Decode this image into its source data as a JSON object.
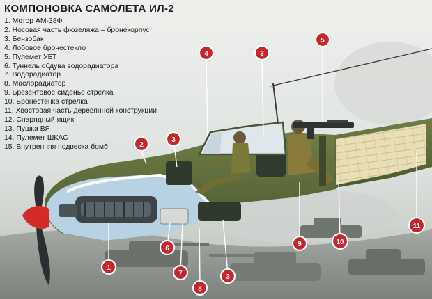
{
  "title": "КОМПОНОВКА САМОЛЕТА ИЛ-2",
  "legend": [
    {
      "num": "1.",
      "label": "Мотор АМ-38Ф"
    },
    {
      "num": "2.",
      "label": "Носовая часть фюзеляжа – бронекорпус"
    },
    {
      "num": "3.",
      "label": "Бензобак"
    },
    {
      "num": "4.",
      "label": "Лобовое бронестекло"
    },
    {
      "num": "5.",
      "label": "Пулемет УБТ"
    },
    {
      "num": "6.",
      "label": "Туннель обдува водорадиатора"
    },
    {
      "num": "7.",
      "label": "Водорадиатор"
    },
    {
      "num": "8.",
      "label": "Маслорадиатор"
    },
    {
      "num": "9.",
      "label": "Брезентовое сиденье стрелка"
    },
    {
      "num": "10.",
      "label": "Бронестенка стрелка"
    },
    {
      "num": "11.",
      "label": "Хвостовая часть деревянной конструкции"
    },
    {
      "num": "12.",
      "label": "Снарядный ящик"
    },
    {
      "num": "13.",
      "label": "Пушка ВЯ"
    },
    {
      "num": "14.",
      "label": "Пулемет ШКАС"
    },
    {
      "num": "15.",
      "label": "Внутренняя подвеска бомб"
    }
  ],
  "callouts": {
    "c1": "1",
    "c2": "2",
    "c3a": "3",
    "c3b": "3",
    "c3c": "3",
    "c4": "4",
    "c5": "5",
    "c6": "6",
    "c7": "7",
    "c8": "8",
    "c9": "9",
    "c10": "10",
    "c11": "11"
  },
  "colors": {
    "badge": "#c8262b",
    "fuselage_green": "#5c6b3a",
    "belly_blue": "#b9d2e3",
    "spinner": "#d32a2a"
  }
}
